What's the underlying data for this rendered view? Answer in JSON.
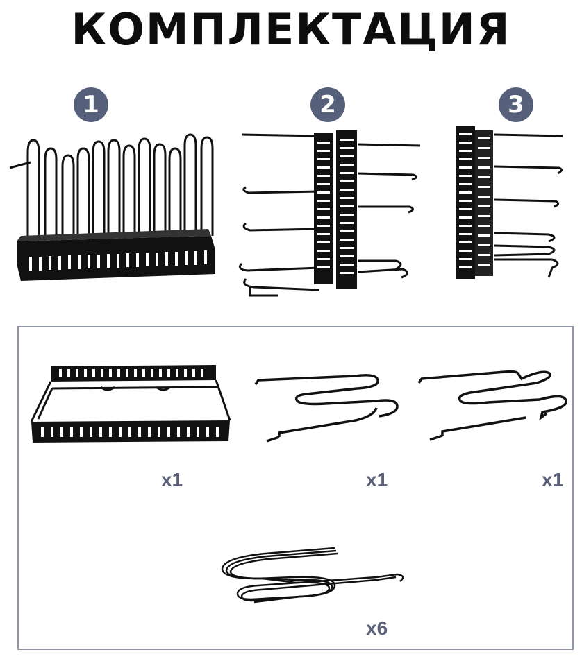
{
  "page": {
    "title": "КОМПЛЕКТАЦИЯ"
  },
  "variants": [
    {
      "number": "1",
      "image": "vertical-divider-rack-icon"
    },
    {
      "number": "2",
      "image": "tiered-lid-organizer-icon"
    },
    {
      "number": "3",
      "image": "compact-tiered-organizer-icon"
    }
  ],
  "parts": [
    {
      "image": "base-tray-icon",
      "quantity": "x1"
    },
    {
      "image": "double-hook-left-icon",
      "quantity": "x1"
    },
    {
      "image": "double-hook-right-icon",
      "quantity": "x1"
    },
    {
      "image": "wire-divider-icon",
      "quantity": "x6"
    }
  ],
  "colors": {
    "badge": "#56607a",
    "quantity_text": "#5b6078",
    "border": "#8e95a6",
    "metal": "#111111"
  }
}
